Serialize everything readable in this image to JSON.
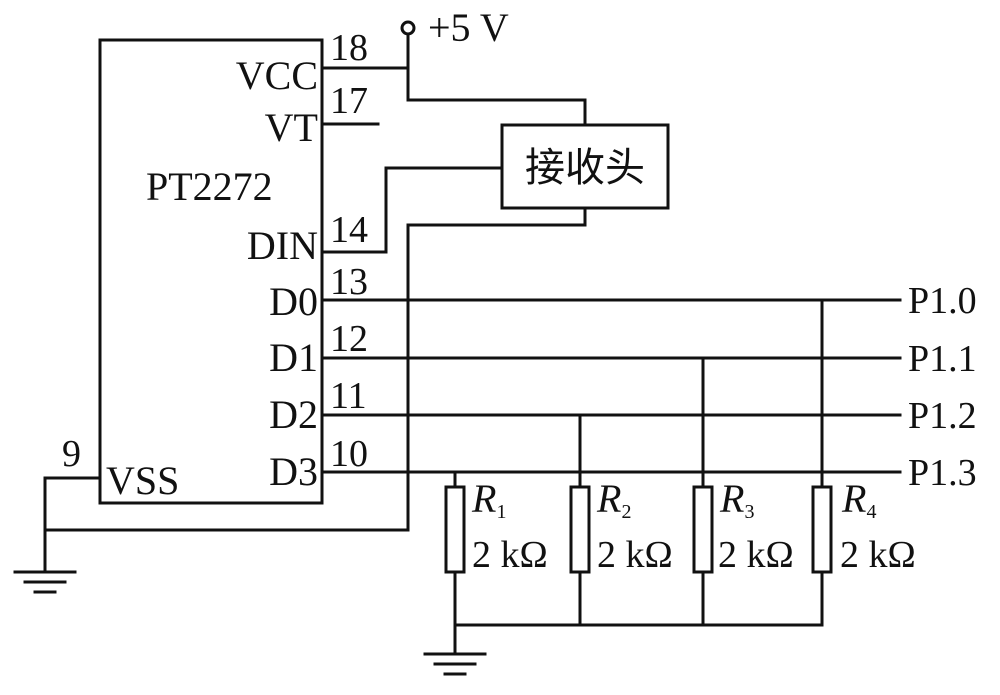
{
  "supply": {
    "label": "+5 V"
  },
  "ic": {
    "name": "PT2272",
    "pins": {
      "vcc": {
        "label": "VCC",
        "number": "18"
      },
      "vt": {
        "label": "VT",
        "number": "17"
      },
      "din": {
        "label": "DIN",
        "number": "14"
      },
      "d0": {
        "label": "D0",
        "number": "13"
      },
      "d1": {
        "label": "D1",
        "number": "12"
      },
      "d2": {
        "label": "D2",
        "number": "11"
      },
      "d3": {
        "label": "D3",
        "number": "10"
      },
      "vss": {
        "label": "VSS",
        "number": "9"
      }
    }
  },
  "receiver": {
    "label": "接收头"
  },
  "outputs": [
    "P1.0",
    "P1.1",
    "P1.2",
    "P1.3"
  ],
  "resistors": [
    {
      "symbol": "R",
      "index": "1",
      "value": "2 kΩ"
    },
    {
      "symbol": "R",
      "index": "2",
      "value": "2 kΩ"
    },
    {
      "symbol": "R",
      "index": "3",
      "value": "2 kΩ"
    },
    {
      "symbol": "R",
      "index": "4",
      "value": "2 kΩ"
    }
  ],
  "colors": {
    "ink": "#111111",
    "background": "#ffffff"
  }
}
